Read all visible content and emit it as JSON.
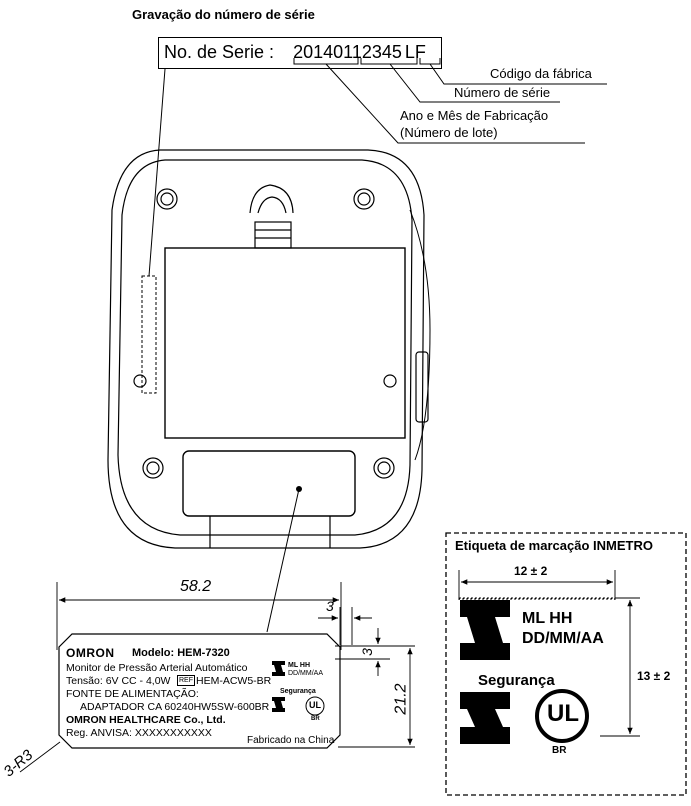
{
  "header": {
    "title": "Gravação do número de série"
  },
  "serial": {
    "prefix": "No. de Serie :",
    "year_month": "201401",
    "number": "12345",
    "factory": "LF"
  },
  "callouts": {
    "factory_code": "Código da fábrica",
    "serial_number": "Número de série",
    "manufacture_line1": "Ano e Mês de Fabricação",
    "manufacture_line2": "(Número de lote)"
  },
  "dimensions": {
    "width": "58.2",
    "height": "21.2",
    "small_a": "3",
    "small_b": "3",
    "radius": "3-R3"
  },
  "label": {
    "brand": "OMRON",
    "model": "Modelo: HEM-7320",
    "line1": "Monitor de Pressão Arterial Automático",
    "tension": "Tensão: 6V CC - 4,0W",
    "ref_badge": "REF",
    "ref_value": "HEM-ACW5-BR",
    "line3": "FONTE DE ALIMENTAÇÃO:",
    "line4": "ADAPTADOR CA 60240HW5SW-600BR",
    "line5": "OMRON HEALTHCARE Co., Ltd.",
    "line6": "Reg. ANVISA: XXXXXXXXXXX",
    "made_in": "Fabricado na China",
    "mini_ml": "ML HH",
    "mini_dd": "DD/MM/AA",
    "mini_seg": "Segurança",
    "mini_ul": "UL",
    "mini_br": "BR"
  },
  "inmetro": {
    "title": "Etiqueta de marcação INMETRO",
    "dim_width": "12 ± 2",
    "dim_height": "13 ± 2",
    "ml": "ML HH",
    "dd": "DD/MM/AA",
    "seguranca": "Segurança",
    "ul": "UL",
    "br": "BR"
  }
}
